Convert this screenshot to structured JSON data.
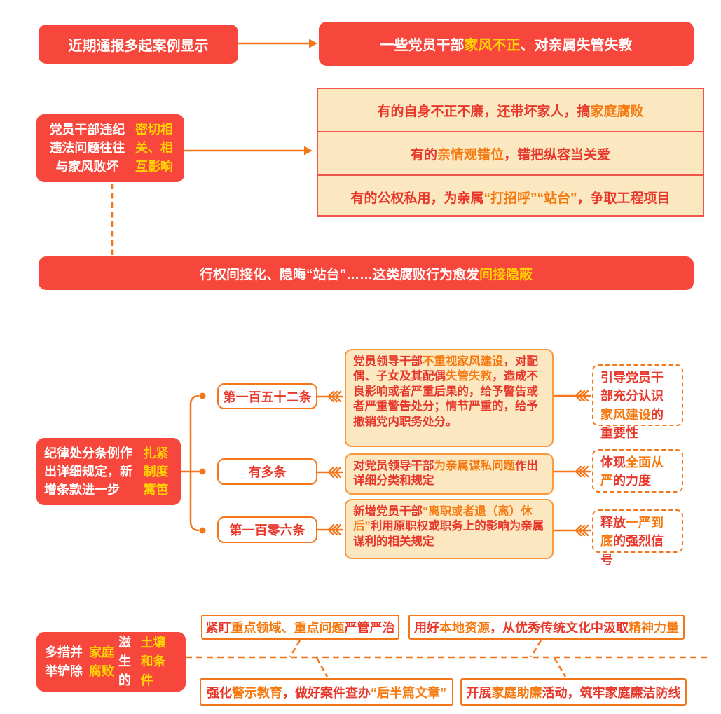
{
  "palette": {
    "node_red": "#F7463C",
    "highlight_yellow": "#FFD400",
    "line_orange": "#F4761A",
    "highlight_orange": "#F5790F",
    "cream_fill": "#FBE8C1",
    "panel_border_red": "#F0564C",
    "text_red": "#E8382B"
  },
  "segments": {
    "case_intro": [
      {
        "t": "近期通报多起案例显示"
      }
    ],
    "case_conclusion": [
      {
        "t": "一些党员干部"
      },
      {
        "t": "家风不正",
        "hl": true
      },
      {
        "t": "、对亲属失管失教"
      }
    ],
    "family_link": [
      {
        "t": "党员干部违纪违法问题往往与家风败坏"
      },
      {
        "t": "密切相关、相互影响",
        "hl": true
      }
    ],
    "manifestation_1": [
      {
        "t": "有的自身不正不廉，还带坏家人，搞"
      },
      {
        "t": "家庭腐败",
        "hl": true
      }
    ],
    "manifestation_2": [
      {
        "t": "有的"
      },
      {
        "t": "亲情观错位",
        "hl": true
      },
      {
        "t": "，错把纵容当关爱"
      }
    ],
    "manifestation_3": [
      {
        "t": "有的公权私用，为亲属"
      },
      {
        "t": "“打招呼”“站台”",
        "hl": true
      },
      {
        "t": "，争取工程项目"
      }
    ],
    "hidden_trend": [
      {
        "t": "行权间接化、隐晦“站台”……这类腐败行为愈发"
      },
      {
        "t": "间接隐蔽",
        "hl": true
      }
    ],
    "regulation_intro": [
      {
        "t": "纪律处分条例作出详细规定，新增条款进一步"
      },
      {
        "t": "扎紧制度篱笆",
        "hl": true
      }
    ],
    "article_152_label": [
      {
        "t": "第一百五十二条"
      }
    ],
    "article_multi_label": [
      {
        "t": "有多条"
      }
    ],
    "article_106_label": [
      {
        "t": "第一百零六条"
      }
    ],
    "article_152_content": [
      {
        "t": "党员领导干部"
      },
      {
        "t": "不重视家风建设",
        "hl": true
      },
      {
        "t": "，对配偶、子女及其配偶"
      },
      {
        "t": "失管失教",
        "hl": true
      },
      {
        "t": "，造成不良影响或者严重后果的，给予警告或者严重警告处分；情节严重的，给予撤销党内职务处分。"
      }
    ],
    "article_multi_content": [
      {
        "t": "对党员领导干部"
      },
      {
        "t": "为亲属谋私问题",
        "hl": true
      },
      {
        "t": "作出详细分类和规定"
      }
    ],
    "article_106_content": [
      {
        "t": "新增党员干部"
      },
      {
        "t": "“离职或者退（离）休后”",
        "hl": true
      },
      {
        "t": "利用原职权或职务上的影响为亲属谋利的相关规定"
      }
    ],
    "article_152_effect": [
      {
        "t": "引导党员干部充分认识"
      },
      {
        "t": "家风建设",
        "hl": true
      },
      {
        "t": "的重要性"
      }
    ],
    "article_multi_effect": [
      {
        "t": "体现"
      },
      {
        "t": "全面从严",
        "hl": true
      },
      {
        "t": "的力度"
      }
    ],
    "article_106_effect": [
      {
        "t": "释放"
      },
      {
        "t": "一严到底",
        "hl": true
      },
      {
        "t": "的强烈信号"
      }
    ],
    "measures_intro": [
      {
        "t": "多措并举铲除"
      },
      {
        "t": "家庭腐败",
        "hl": true
      },
      {
        "t": "滋生的"
      },
      {
        "t": "土壤和条件",
        "hl": true
      }
    ],
    "measure_1": [
      {
        "t": "紧盯"
      },
      {
        "t": "重点领域、重点问题",
        "hl": true
      },
      {
        "t": "严管严治"
      }
    ],
    "measure_2": [
      {
        "t": "用好"
      },
      {
        "t": "本地资源",
        "hl": true
      },
      {
        "t": "，从优秀传统文化中汲取"
      },
      {
        "t": "精神力量",
        "hl": true
      }
    ],
    "measure_3": [
      {
        "t": "强化"
      },
      {
        "t": "警示教育",
        "hl": true
      },
      {
        "t": "，做好案件查办"
      },
      {
        "t": "“后半篇文章”",
        "hl": true
      }
    ],
    "measure_4": [
      {
        "t": "开展"
      },
      {
        "t": "家庭助廉",
        "hl": true
      },
      {
        "t": "活动，筑牢家庭廉洁防线"
      }
    ]
  }
}
